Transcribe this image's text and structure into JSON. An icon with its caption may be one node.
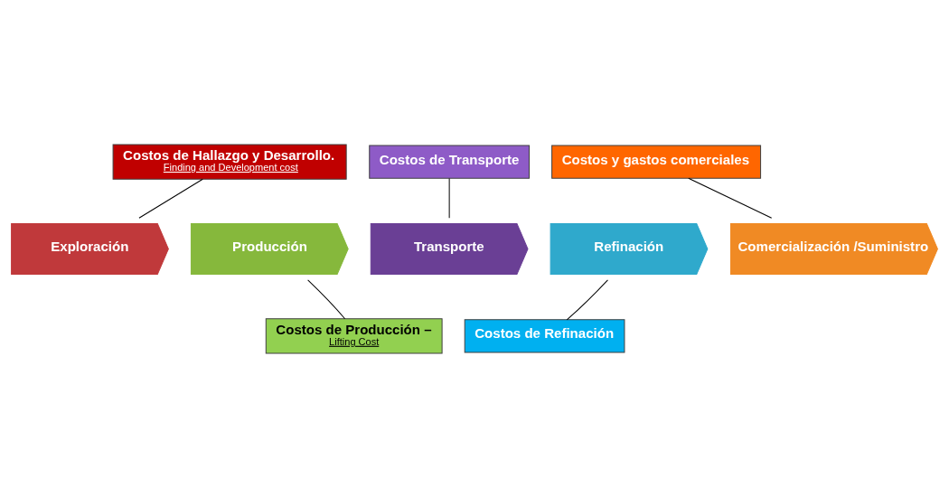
{
  "diagram": {
    "nodes": [
      {
        "text": [
          "Exploración"
        ]
      },
      {
        "text": [
          "Producción"
        ]
      },
      {
        "text": [
          "Transporte"
        ]
      },
      {
        "text": [
          "Refinación"
        ]
      },
      {
        "text": [
          "Comercialización /Suministro"
        ]
      },
      {
        "text": [
          "Costos de Hallazgo y Desarrollo.",
          "Finding and Development cost"
        ]
      },
      {
        "text": [
          "Costos de Producción –",
          "Lifting Cost"
        ]
      },
      {
        "text": [
          "Costos de Transporte"
        ]
      },
      {
        "text": [
          "Costos de Refinación"
        ]
      },
      {
        "text": [
          "Costos y gastos comerciales"
        ]
      }
    ],
    "edges": [
      {
        "from": 5,
        "to": 0,
        "arrow": "none"
      },
      {
        "from": 6,
        "to": 1,
        "arrow": "none"
      },
      {
        "from": 7,
        "to": 2,
        "arrow": "none"
      },
      {
        "from": 8,
        "to": 3,
        "arrow": "none"
      },
      {
        "from": 9,
        "to": 4,
        "arrow": "none"
      }
    ]
  }
}
